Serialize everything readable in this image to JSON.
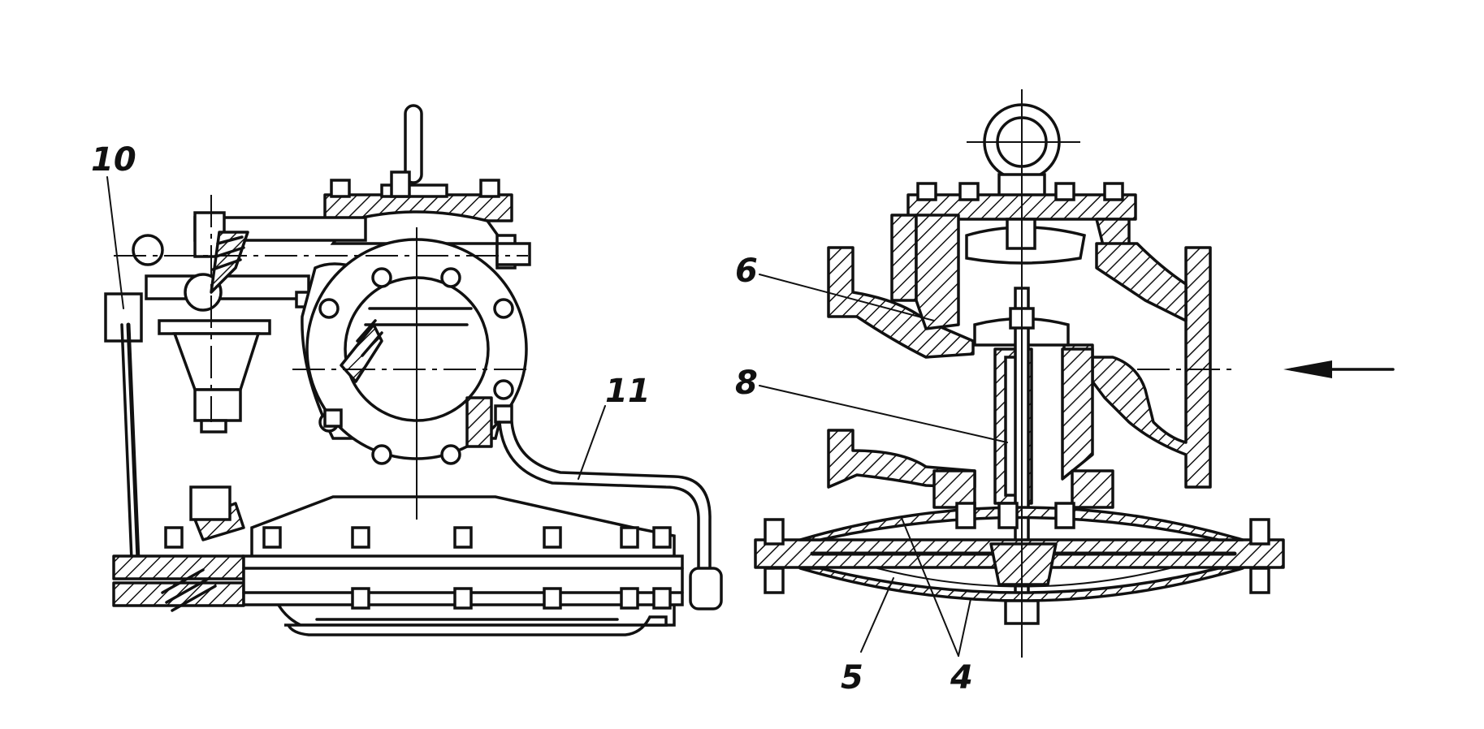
{
  "labels": {
    "l10": "10",
    "l11": "11",
    "l6": "6",
    "l8": "8",
    "l5": "5",
    "l4": "4"
  },
  "colors": {
    "ink": "#111111",
    "paper": "#ffffff"
  }
}
